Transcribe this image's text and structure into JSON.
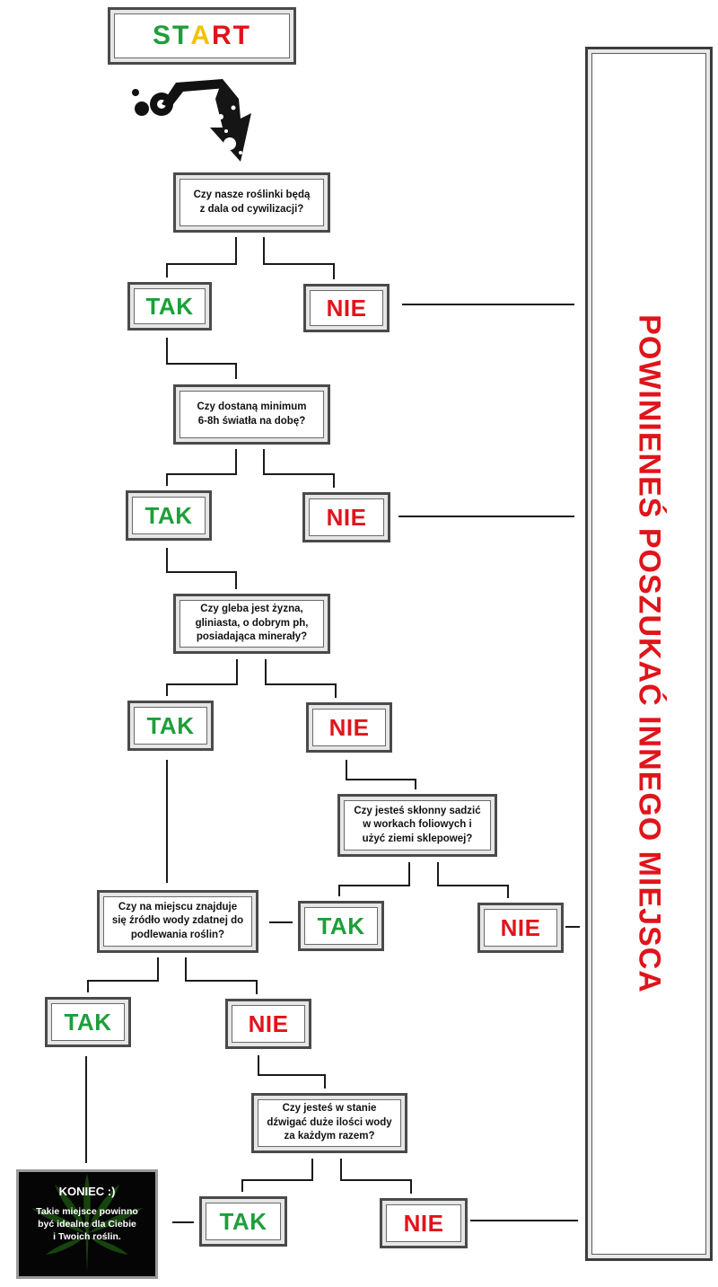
{
  "start": {
    "letters": [
      "S",
      "T",
      "A",
      "R",
      "T"
    ],
    "colors": [
      "#1d9f3a",
      "#1d9f3a",
      "#f2c200",
      "#e0141b",
      "#e0141b"
    ]
  },
  "side_text": "POWINIENEŚ POSZUKAĆ INNEGO MIEJSCA",
  "questions": {
    "q1": [
      "Czy nasze roślinki będą",
      "z dala od cywilizacji?"
    ],
    "q2": [
      "Czy dostaną minimum",
      "6-8h światła na dobę?"
    ],
    "q3": [
      "Czy gleba jest żyzna,",
      "gliniasta, o dobrym ph,",
      "posiadająca minerały?"
    ],
    "q4": [
      "Czy jesteś skłonny sadzić",
      "w workach foliowych i",
      "użyć ziemi sklepowej?"
    ],
    "q5": [
      "Czy na miejscu znajduje",
      "się źródło wody zdatnej do",
      "podlewania roślin?"
    ],
    "q6": [
      "Czy jesteś w stanie",
      "dźwigać duże ilości wody",
      "za każdym razem?"
    ]
  },
  "answers": {
    "yes": "TAK",
    "no": "NIE"
  },
  "colors": {
    "yes": "#1d9f3a",
    "no": "#e0141b",
    "start_yellow": "#f2c200"
  },
  "koniec": {
    "title": "KONIEC :)",
    "lines": [
      "Takie miejsce powinno",
      "być idealne dla Ciebie",
      "i Twoich roślin."
    ]
  },
  "icons": {
    "arrow": "grunge-arrow-icon",
    "end_bg": "cannabis-leaf-icon"
  }
}
